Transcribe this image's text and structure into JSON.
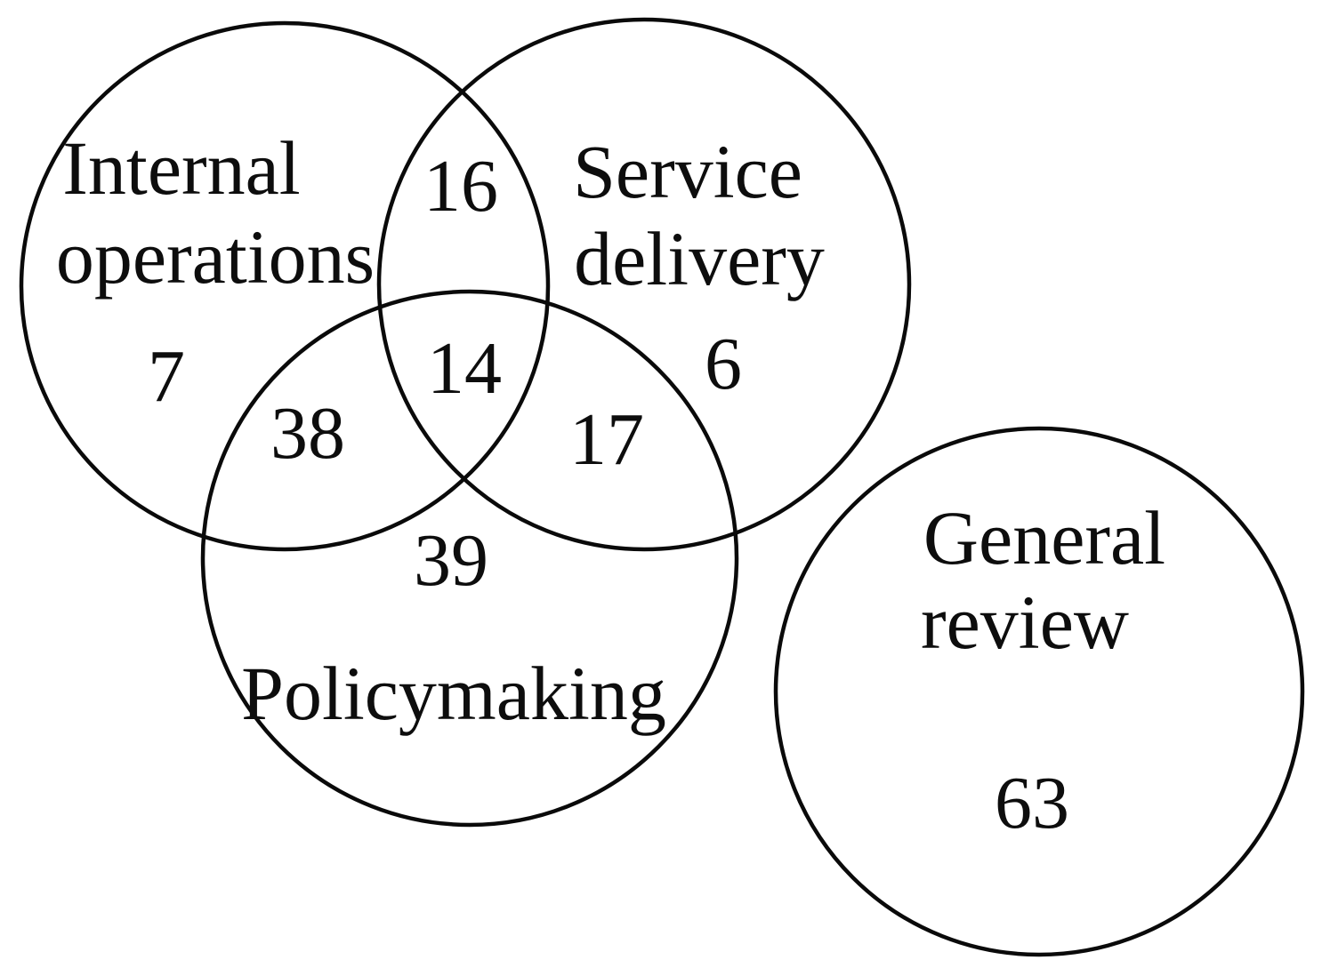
{
  "venn": {
    "type": "venn-diagram",
    "sets": {
      "internal": {
        "line1": "Internal",
        "line2": "operations",
        "only_count": "7"
      },
      "service": {
        "line1": "Service",
        "line2": "delivery",
        "only_count": "6"
      },
      "policymaking": {
        "label": "Policymaking",
        "only_count": "39"
      },
      "general": {
        "line1": "General",
        "line2": "review",
        "only_count": "63"
      }
    },
    "intersections": {
      "internal_service": "16",
      "internal_policymaking": "38",
      "service_policymaking": "17",
      "internal_service_policymaking": "14"
    },
    "notes": {
      "general_review_overlap": "none"
    }
  },
  "colors": {
    "background": "#ffffff",
    "stroke": "#0a0a0a",
    "text": "#0d0d0d"
  }
}
